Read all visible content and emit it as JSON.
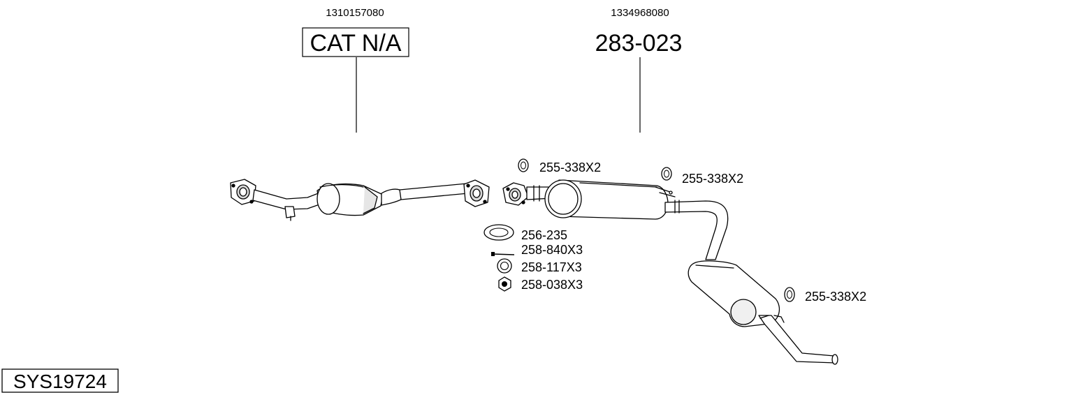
{
  "system": {
    "code": "SYS19724"
  },
  "assemblies": [
    {
      "oe_number": "1310157080",
      "part_number": "CAT N/A",
      "boxed": true
    },
    {
      "oe_number": "1334968080",
      "part_number": "283-023",
      "boxed": false
    }
  ],
  "callouts": {
    "gasket_a": "255-338X2",
    "gasket_b": "255-338X2",
    "gasket_c": "255-338X2",
    "flange_gasket": "256-235",
    "bolt": "258-840X3",
    "spring": "258-117X3",
    "nut": "258-038X3"
  },
  "colors": {
    "line": "#000000",
    "part_fill": "#ffffff",
    "shade": "#d8d8d8",
    "background": "#ffffff"
  }
}
